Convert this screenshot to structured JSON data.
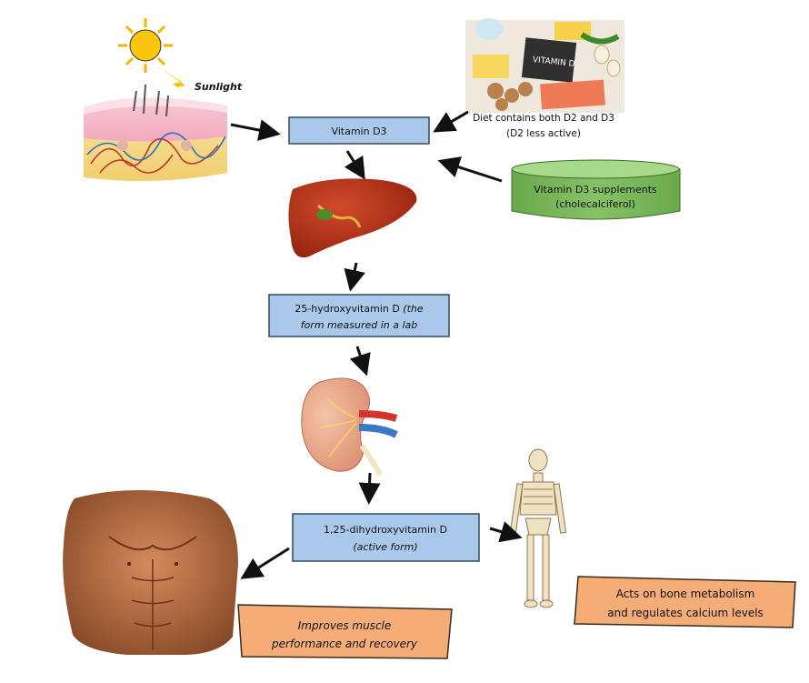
{
  "labels": {
    "sunlight": "Sunlight",
    "vitamin_d3": "Vitamin D3",
    "diet_line1": "Diet contains both D2 and D3",
    "diet_line2": "(D2 less active)",
    "supplements_line1": "Vitamin D3 supplements",
    "supplements_line2": "(cholecalciferol)",
    "hydroxy_line1_normal": "25-hydroxyvitamin D ",
    "hydroxy_line1_italic": "(the",
    "hydroxy_line2_italic": "form measured in a lab",
    "dihydroxy_line1": "1,25-dihydroxyvitamin D",
    "dihydroxy_line2": "(active form)",
    "muscle_line1": "Improves muscle",
    "muscle_line2": "performance and recovery",
    "bone_line1": "Acts on bone metabolism",
    "bone_line2": "and regulates calcium levels",
    "food_board": "VITAMIN D"
  },
  "colors": {
    "blue_box": "#a9c8ea",
    "orange_box": "#f4ad76",
    "green_cylinder": "#7ab85a",
    "arrow": "#111111"
  },
  "icons": [
    "sun-icon",
    "skin-cross-section-icon",
    "food-photo-icon",
    "liver-icon",
    "kidney-icon",
    "muscle-torso-icon",
    "skeleton-icon"
  ]
}
